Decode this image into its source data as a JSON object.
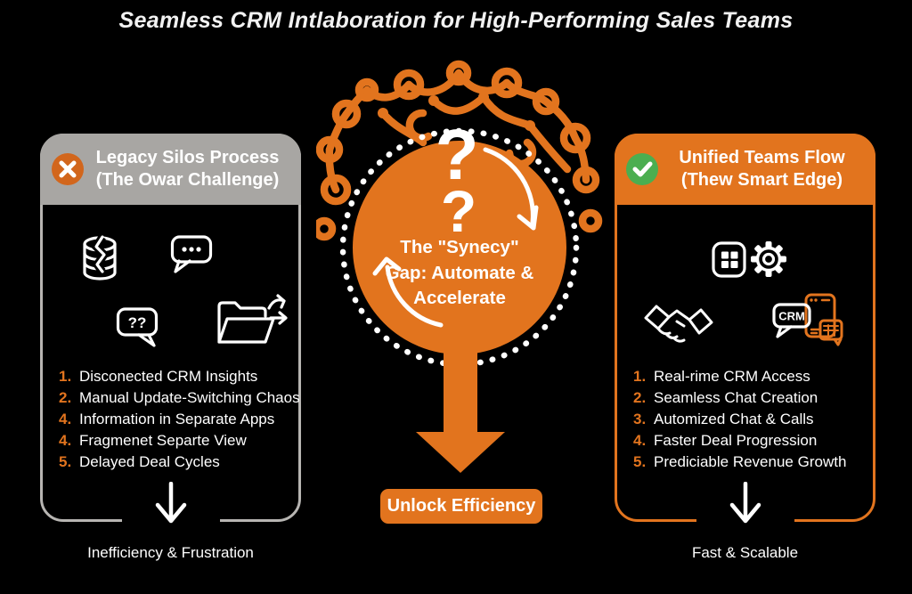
{
  "title": "Seamless CRM Intlaboration for High-Performing Sales Teams",
  "colors": {
    "orange": "#E2741E",
    "panel_gray": "#A8A6A3",
    "border_gray": "#B7B5B2",
    "green": "#4BAE50"
  },
  "left_panel": {
    "title_line1": "Legacy Silos Process",
    "title_line2": "(The Owar Challenge)",
    "items": [
      {
        "num": "1.",
        "text": "Disconected CRM Insights"
      },
      {
        "num": "2.",
        "text": "Manual Update-Switching Chaos"
      },
      {
        "num": "4.",
        "text": "Information in Separate Apps"
      },
      {
        "num": "4.",
        "text": "Fragmenet Separte View"
      },
      {
        "num": "5.",
        "text": "Delayed Deal Cycles"
      }
    ],
    "footer": "Inefficiency & Frustration"
  },
  "center": {
    "qmark1": "?",
    "qmark2": "?",
    "circle_line1": "The \"Synecy\"",
    "circle_line2": "Gap: Automate &",
    "circle_line3": "Accelerate",
    "button_label": "Unlock Efficiency"
  },
  "right_panel": {
    "title_line1": "Unified Teams Flow",
    "title_line2": "(Thew Smart Edge)",
    "items": [
      {
        "num": "1.",
        "text": "Real-rime CRM Access"
      },
      {
        "num": "2.",
        "text": "Seamless Chat Creation"
      },
      {
        "num": "3.",
        "text": "Automized Chat & Calls"
      },
      {
        "num": "4.",
        "text": "Faster Deal Progression"
      },
      {
        "num": "5.",
        "text": "Prediciable Revenue Growth"
      }
    ],
    "footer": "Fast & Scalable"
  },
  "icons": {
    "qq_label": "??",
    "crm_label": "CRM"
  }
}
